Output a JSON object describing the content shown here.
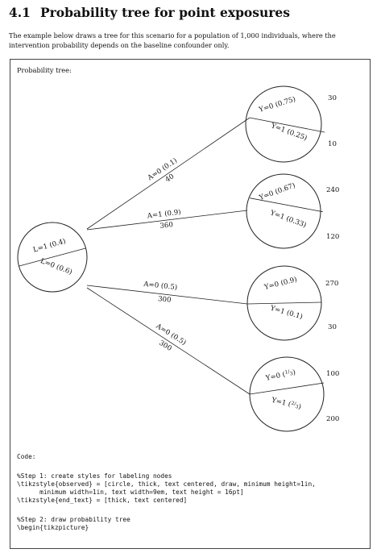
{
  "section": {
    "number": "4.1",
    "title": "Probability tree for point exposures"
  },
  "intro": "The example below draws a tree for this scenario for a population of 1,000 individuals, where the intervention probability depends on the baseline confounder only.",
  "box_label": "Probability tree:",
  "tree": {
    "root": {
      "upper": "L=1 (0.4)",
      "lower": "L=0 (0.6)"
    },
    "branches": [
      {
        "label": "A=0 (0.1)",
        "count": "40"
      },
      {
        "label": "A=1 (0.9)",
        "count": "360"
      },
      {
        "label": "A=0 (0.5)",
        "count": "300"
      },
      {
        "label": "A=0 (0.5)",
        "count": "300"
      }
    ],
    "leaves": [
      {
        "upper": "Y=0 (0.75)",
        "lower": "Y=1 (0.25)",
        "top_count": "30",
        "bottom_count": "10"
      },
      {
        "upper": "Y=0 (0.67)",
        "lower": "Y=1 (0.33)",
        "top_count": "240",
        "bottom_count": "120"
      },
      {
        "upper": "Y=0 (0.9)",
        "lower": "Y=1 (0.1)",
        "top_count": "270",
        "bottom_count": "30"
      },
      {
        "upper_prefix": "Y=0 (",
        "upper_num": "1",
        "upper_den": "3",
        "upper_suffix": ")",
        "lower_prefix": "Y=1 (",
        "lower_num": "2",
        "lower_den": "3",
        "lower_suffix": ")",
        "top_count": "100",
        "bottom_count": "200"
      }
    ]
  },
  "code": {
    "header": "Code:",
    "lines": [
      "%Step 1: create styles for labeling nodes",
      "\\tikzstyle{observed} = [circle, thick, text centered, draw, minimum height=1in,",
      "      minimum width=1in, text width=9em, text height = 16pt]",
      "\\tikzstyle{end_text} = [thick, text centered]",
      "",
      "%Step 2: draw probability tree",
      "\\begin{tikzpicture}"
    ]
  }
}
